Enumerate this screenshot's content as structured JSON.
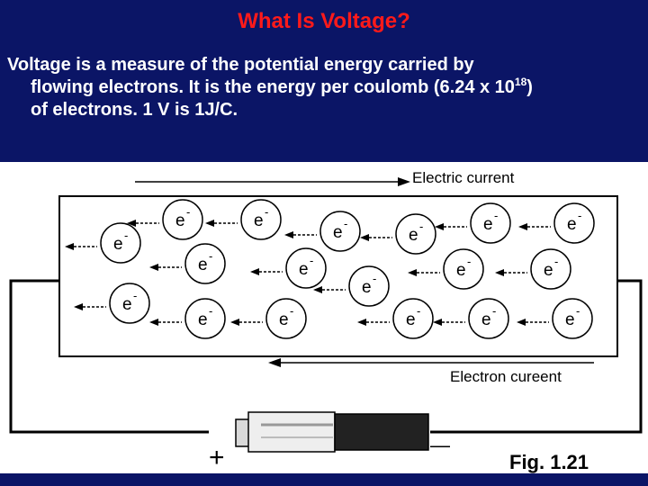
{
  "slide": {
    "title": "What Is Voltage?",
    "body_line1": "Voltage is a measure of the potential energy carried by",
    "body_line2_pre": "flowing electrons.  It is the energy per coulomb (6.24 x 10",
    "body_line2_sup": "18",
    "body_line2_post": ")",
    "body_line3": "of electrons.  1 V is 1J/C."
  },
  "figure": {
    "electric_current_label": "Electric current",
    "electron_current_label": "Electron cureent",
    "electron_symbol": "e",
    "electron_charge": "-",
    "plus_sign": "+",
    "minus_sign": "—",
    "caption": "Fig.  1.21"
  },
  "colors": {
    "background": "#0b1566",
    "title": "#ff1a1a",
    "body_text": "#ffffff",
    "figure_bg": "#ffffff",
    "ink": "#000000"
  }
}
